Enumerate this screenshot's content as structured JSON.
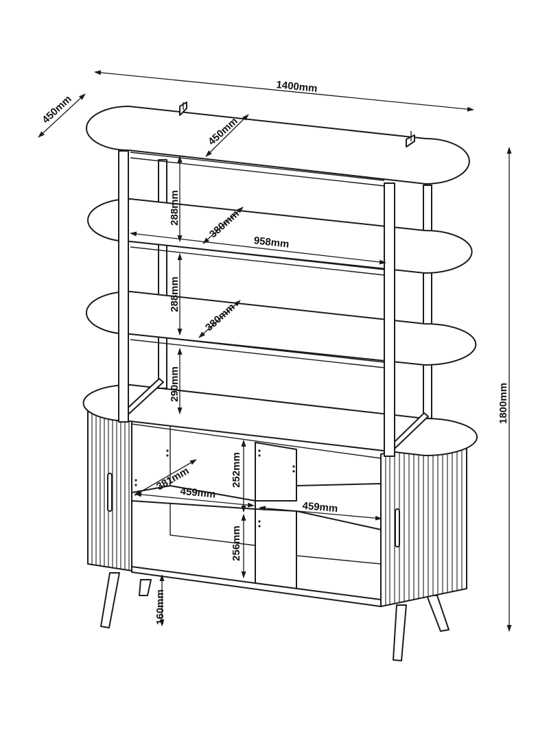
{
  "dimensions": {
    "overall_width": "1400mm",
    "overall_depth": "450mm",
    "overall_height": "1800mm",
    "top_depth": "450mm",
    "shelf_depth_upper": "380mm",
    "shelf_depth_middle": "380mm",
    "shelf_inner_width": "958mm",
    "gap_upper": "288mm",
    "gap_middle": "288mm",
    "gap_lower": "290mm",
    "cabinet_depth": "381mm",
    "compartment_width_left": "459mm",
    "compartment_width_right": "459mm",
    "compartment_height_upper": "252mm",
    "compartment_height_lower": "256mm",
    "leg_height": "160mm"
  }
}
